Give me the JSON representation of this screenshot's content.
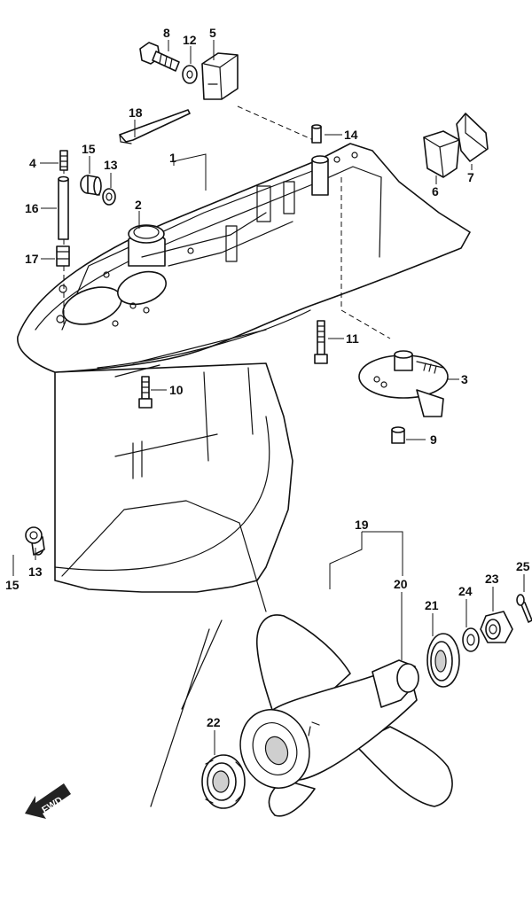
{
  "fwd_label": "FWD",
  "callouts": [
    {
      "id": "c8",
      "label": "8"
    },
    {
      "id": "c12",
      "label": "12"
    },
    {
      "id": "c5",
      "label": "5"
    },
    {
      "id": "c18",
      "label": "18"
    },
    {
      "id": "c14",
      "label": "14"
    },
    {
      "id": "c4",
      "label": "4"
    },
    {
      "id": "c15a",
      "label": "15"
    },
    {
      "id": "c13a",
      "label": "13"
    },
    {
      "id": "c1",
      "label": "1"
    },
    {
      "id": "c2",
      "label": "2"
    },
    {
      "id": "c16",
      "label": "16"
    },
    {
      "id": "c17",
      "label": "17"
    },
    {
      "id": "c6",
      "label": "6"
    },
    {
      "id": "c7",
      "label": "7"
    },
    {
      "id": "c11",
      "label": "11"
    },
    {
      "id": "c3",
      "label": "3"
    },
    {
      "id": "c10",
      "label": "10"
    },
    {
      "id": "c9",
      "label": "9"
    },
    {
      "id": "c19",
      "label": "19"
    },
    {
      "id": "c25",
      "label": "25"
    },
    {
      "id": "c20",
      "label": "20"
    },
    {
      "id": "c23",
      "label": "23"
    },
    {
      "id": "c24",
      "label": "24"
    },
    {
      "id": "c21",
      "label": "21"
    },
    {
      "id": "c15b",
      "label": "15"
    },
    {
      "id": "c13b",
      "label": "13"
    },
    {
      "id": "c22",
      "label": "22"
    }
  ]
}
